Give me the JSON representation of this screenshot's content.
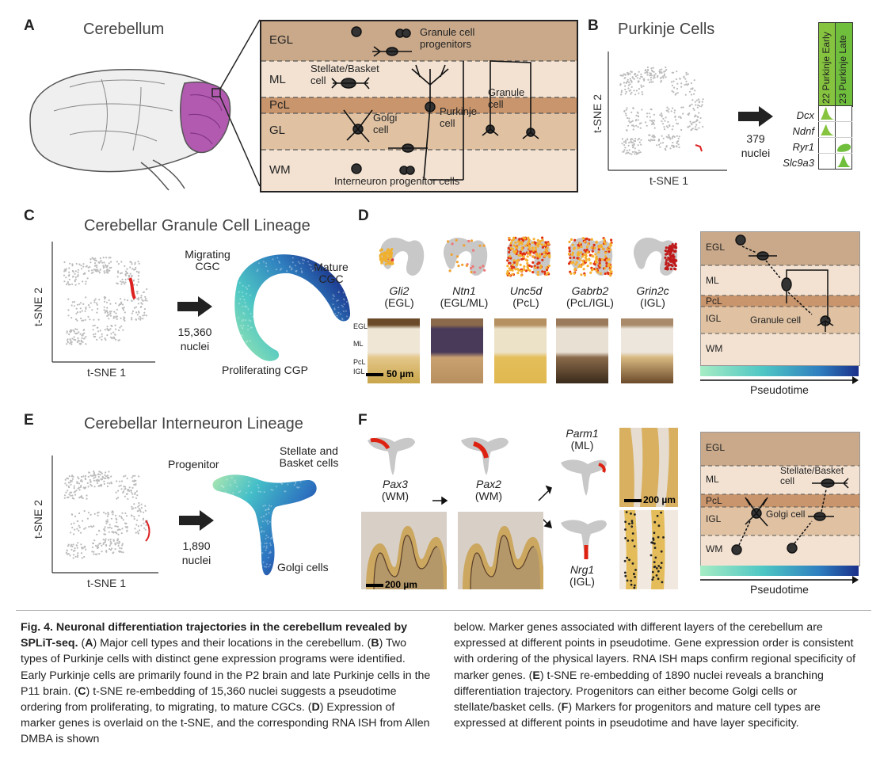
{
  "panelA": {
    "letter": "A",
    "title": "Cerebellum",
    "layers": [
      "EGL",
      "ML",
      "PcL",
      "GL",
      "WM"
    ],
    "labels": {
      "granule_progenitors": "Granule cell\nprogenitors",
      "stellate_basket": "Stellate/Basket\ncell",
      "purkinje": "Purkinje\ncell",
      "granule": "Granule\ncell",
      "golgi": "Golgi\ncell",
      "interneuron_progenitors": "Interneuron progenitor cells"
    }
  },
  "panelB": {
    "letter": "B",
    "title": "Purkinje Cells",
    "ylabel": "t-SNE 2",
    "xlabel": "t-SNE 1",
    "count": "379",
    "count_unit": "nuclei",
    "columns": [
      "22 Purkinje Early",
      "23 Purkinje Late"
    ],
    "genes": [
      "Dcx",
      "Ndnf",
      "Ryr1",
      "Slc9a3"
    ],
    "colors": {
      "early": "#86c440",
      "late": "#6fbf3c"
    }
  },
  "panelC": {
    "letter": "C",
    "title": "Cerebellar Granule Cell Lineage",
    "ylabel": "t-SNE 2",
    "xlabel": "t-SNE 1",
    "count": "15,360",
    "count_unit": "nuclei",
    "labels": {
      "migrating": "Migrating\nCGC",
      "mature": "Mature\nCGC",
      "proliferating": "Proliferating CGP"
    }
  },
  "panelD": {
    "letter": "D",
    "genes": [
      {
        "name": "Gli2",
        "layer": "(EGL)"
      },
      {
        "name": "Ntn1",
        "layer": "(EGL/ML)"
      },
      {
        "name": "Unc5d",
        "layer": "(PcL)"
      },
      {
        "name": "Gabrb2",
        "layer": "(PcL/IGL)"
      },
      {
        "name": "Grin2c",
        "layer": "(IGL)"
      }
    ],
    "ish_layers": [
      "EGL",
      "ML",
      "PcL",
      "IGL"
    ],
    "scale": "50 µm",
    "diagram_layers": [
      "EGL",
      "ML",
      "PcL",
      "IGL",
      "WM"
    ],
    "diagram_label": "Granule cell",
    "pseudotime": "Pseudotime"
  },
  "panelE": {
    "letter": "E",
    "title": "Cerebellar Interneuron Lineage",
    "ylabel": "t-SNE 2",
    "xlabel": "t-SNE 1",
    "count": "1,890",
    "count_unit": "nuclei",
    "labels": {
      "progenitor": "Progenitor",
      "stellate": "Stellate and\nBasket cells",
      "golgi": "Golgi cells"
    }
  },
  "panelF": {
    "letter": "F",
    "genes": [
      {
        "name": "Pax3",
        "layer": "(WM)"
      },
      {
        "name": "Pax2",
        "layer": "(WM)"
      },
      {
        "name": "Parm1",
        "layer": "(ML)"
      },
      {
        "name": "Nrg1",
        "layer": "(IGL)"
      }
    ],
    "scale1": "200 µm",
    "scale2": "200 µm",
    "diagram_layers": [
      "EGL",
      "ML",
      "PcL",
      "IGL",
      "WM"
    ],
    "diagram_labels": {
      "stellate": "Stellate/Basket\ncell",
      "golgi": "Golgi cell"
    },
    "pseudotime": "Pseudotime"
  },
  "caption": {
    "title": "Fig. 4. Neuronal differentiation trajectories in the cerebellum revealed by SPLiT-seq.",
    "segments": [
      {
        "letter": "A",
        "text": "Major cell types and their locations in the cerebellum."
      },
      {
        "letter": "B",
        "text": "Two types of Purkinje cells with distinct gene expression programs were identified. Early Purkinje cells are primarily found in the P2 brain and late Purkinje cells in the P11 brain."
      },
      {
        "letter": "C",
        "text": "t-SNE re-embedding of 15,360 nuclei suggests a pseudotime ordering from proliferating, to migrating, to mature CGCs."
      },
      {
        "letter": "D",
        "text": "Expression of marker genes is overlaid on the t-SNE, and the corresponding RNA ISH from Allen DMBA is shown below. Marker genes associated with different layers of the cerebellum are expressed at different points in pseudotime. Gene expression order is consistent with ordering of the physical layers. RNA ISH maps confirm regional specificity of marker genes."
      },
      {
        "letter": "E",
        "text": "t-SNE re-embedding of 1890 nuclei reveals a branching differentiation trajectory. Progenitors can either become Golgi cells or stellate/basket cells."
      },
      {
        "letter": "F",
        "text": "Markers for progenitors and mature cell types are expressed at different points in pseudotime and have layer specificity."
      }
    ]
  }
}
